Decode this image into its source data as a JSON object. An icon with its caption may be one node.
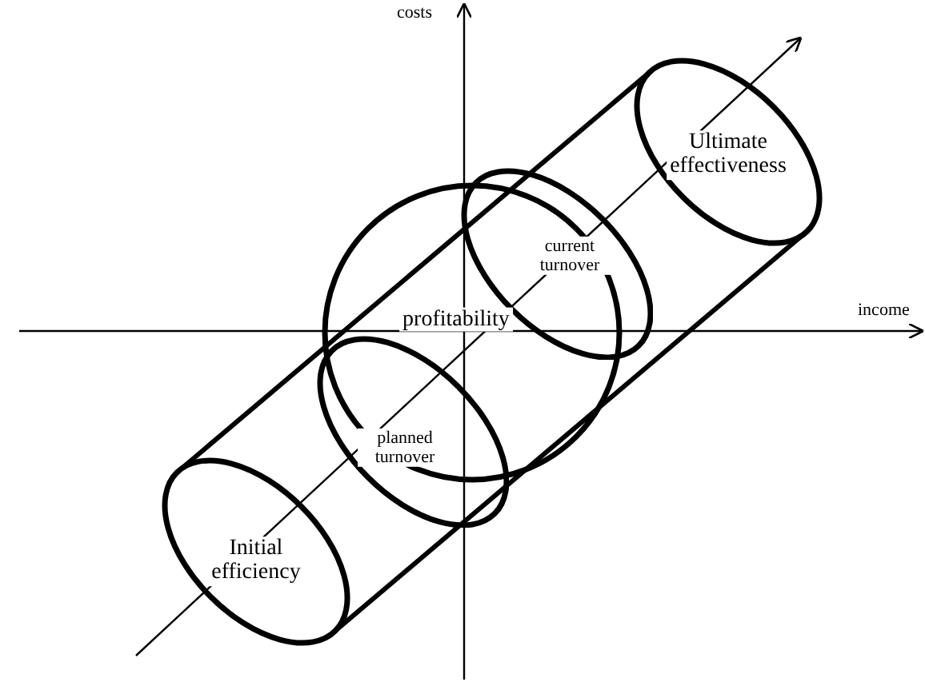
{
  "diagram": {
    "nodes": [
      {
        "text": [
          "Ultimate effectiveness"
        ]
      },
      {
        "text": [
          "current turnover"
        ]
      },
      {
        "text": [
          "profitability"
        ]
      },
      {
        "text": [
          "planned turnover"
        ]
      },
      {
        "text": [
          "Initial efficiency"
        ]
      }
    ],
    "labels": [
      "costs",
      "income"
    ]
  }
}
